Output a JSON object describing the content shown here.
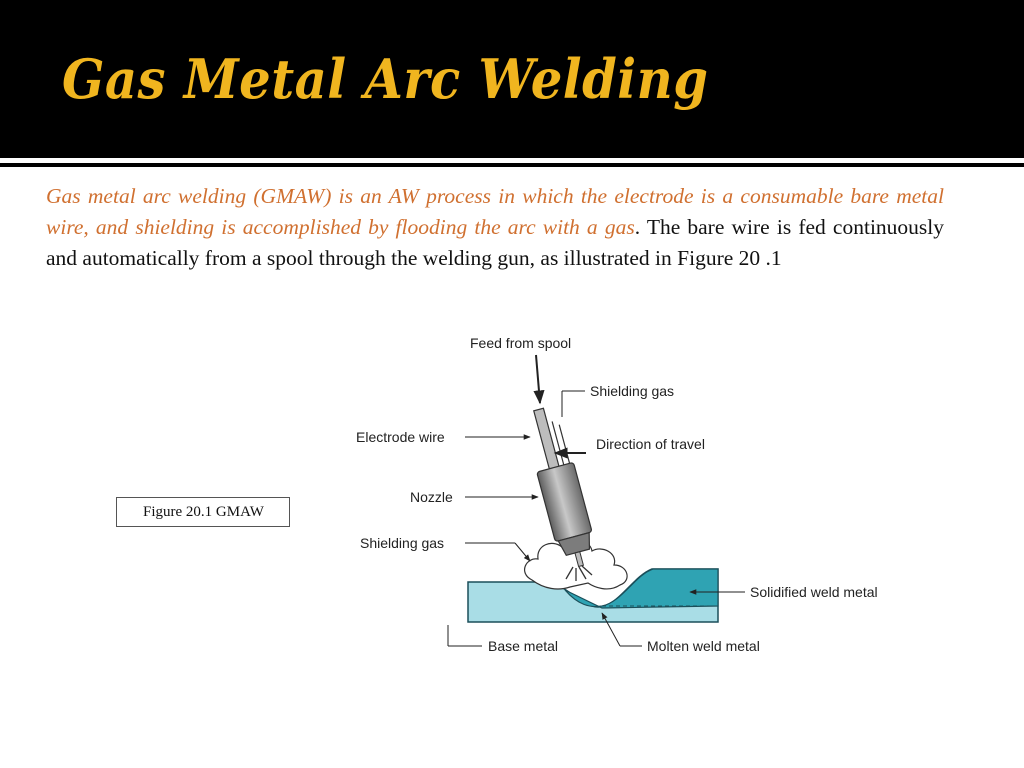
{
  "slide": {
    "title": "Gas Metal Arc Welding",
    "intro_orange": "Gas metal arc welding (GMAW) is an AW process in which the electrode is a consumable bare metal wire, and shielding is accomplished by flooding the arc with a gas",
    "intro_black": ". The bare wire is fed continuously and automatically from a spool through the welding gun, as illustrated in Figure 20 .1",
    "caption": "Figure 20.1 GMAW"
  },
  "diagram": {
    "labels": {
      "feed": "Feed from spool",
      "shield_top": "Shielding gas",
      "electrode": "Electrode wire",
      "direction": "Direction of travel",
      "nozzle": "Nozzle",
      "shield_bottom": "Shielding gas",
      "solidified": "Solidified weld metal",
      "base": "Base metal",
      "molten": "Molten weld metal"
    },
    "colors": {
      "base_metal": "#a9dde6",
      "weld_metal": "#2fa3b3",
      "nozzle": "#8a8a8a",
      "accent_title": "#f0b51f",
      "accent_text": "#d07030"
    }
  }
}
